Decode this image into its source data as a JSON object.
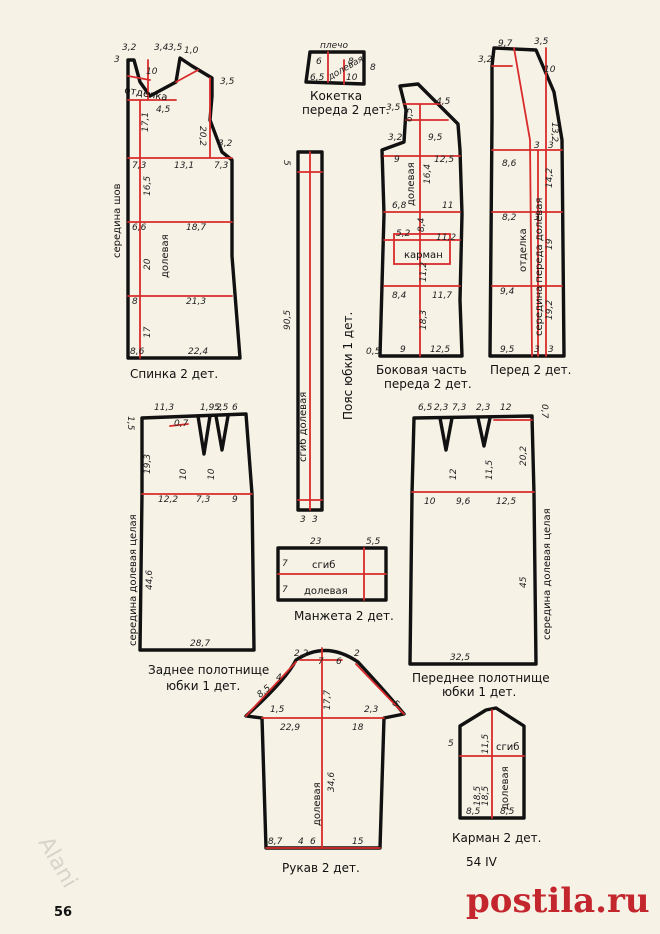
{
  "page_number": "56",
  "plate_number": "54 IV",
  "watermark": "postila.ru",
  "corner_mark": "Alani",
  "pieces": {
    "back": {
      "title_line1": "Спинка 2 дет.",
      "side_label": "середина шов",
      "grain": "долевая",
      "trim": "отделка",
      "numbers": [
        "3,2",
        "3,4",
        "3,5",
        "1,0",
        "10",
        "3,5",
        "4,5",
        "20,2",
        "17,1",
        "3,2",
        "7,3",
        "13,1",
        "7,3",
        "16,5",
        "6,6",
        "18,7",
        "20",
        "8",
        "21,3",
        "17",
        "8,6",
        "22,4",
        "3"
      ]
    },
    "yoke": {
      "top": "плечо",
      "title_line1": "Кокетка",
      "title_line2": "переда 2 дет.",
      "grain": "долевая",
      "numbers": [
        "6",
        "8",
        "6,5",
        "10",
        "8"
      ]
    },
    "belt": {
      "title": "Пояс юбки 1 дет.",
      "grain": "сгиб долевая",
      "numbers": [
        "5",
        "90,5",
        "3",
        "3"
      ]
    },
    "side_front": {
      "title_line1": "Боковая часть",
      "title_line2": "переда 2 дет.",
      "grain": "долевая",
      "pocket": "карман",
      "numbers": [
        "3,5",
        "4,5",
        "6,5",
        "3,2",
        "9,5",
        "9",
        "12,5",
        "16,4",
        "6,8",
        "11",
        "8,4",
        "5,2",
        "11,2",
        "11,2",
        "8,4",
        "11,7",
        "18,3",
        "0,5",
        "9",
        "12,5"
      ]
    },
    "front": {
      "title": "Перед 2 дет.",
      "grain": "середина переда долевая",
      "trim": "отделка",
      "numbers": [
        "9,7",
        "3,5",
        "3,2",
        "10",
        "13,2",
        "3",
        "3",
        "8,6",
        "14,2",
        "8,2",
        "3",
        "19",
        "19,2",
        "9,4",
        "9,5",
        "3",
        "3"
      ]
    },
    "back_skirt": {
      "title_line1": "Заднее полотнище",
      "title_line2": "юбки 1 дет.",
      "side_label": "середина долевая целая",
      "numbers": [
        "1,5",
        "11,3",
        "1,9",
        "5,5",
        "2",
        "6",
        "0,7",
        "19,3",
        "10",
        "10",
        "12,2",
        "7,3",
        "9",
        "44,6",
        "28,7"
      ]
    },
    "cuff": {
      "title": "Манжета 2 дет.",
      "fold": "сгиб",
      "grain": "долевая",
      "numbers": [
        "23",
        "5,5",
        "7",
        "7"
      ]
    },
    "front_skirt": {
      "title_line1": "Переднее полотнище",
      "title_line2": "юбки 1 дет.",
      "side_label": "середина долевая целая",
      "numbers": [
        "6,5",
        "2,3",
        "7,3",
        "2,3",
        "12",
        "0,7",
        "12",
        "11,5",
        "20,2",
        "10",
        "9,6",
        "12,5",
        "45",
        "32,5"
      ]
    },
    "sleeve": {
      "title": "Рукав 2 дет.",
      "grain": "долевая",
      "numbers": [
        "2,2",
        "7",
        "6",
        "2",
        "4",
        "8,5",
        "1,5",
        "17,7",
        "2,3",
        "5",
        "22,9",
        "18",
        "34,6",
        "8,7",
        "4",
        "6",
        "15"
      ]
    },
    "pocket": {
      "title": "Карман 2 дет.",
      "fold": "сгиб",
      "grain": "долевая",
      "numbers": [
        "5",
        "11,5",
        "18,5",
        "18,5",
        "8,5",
        "8,5"
      ]
    }
  }
}
